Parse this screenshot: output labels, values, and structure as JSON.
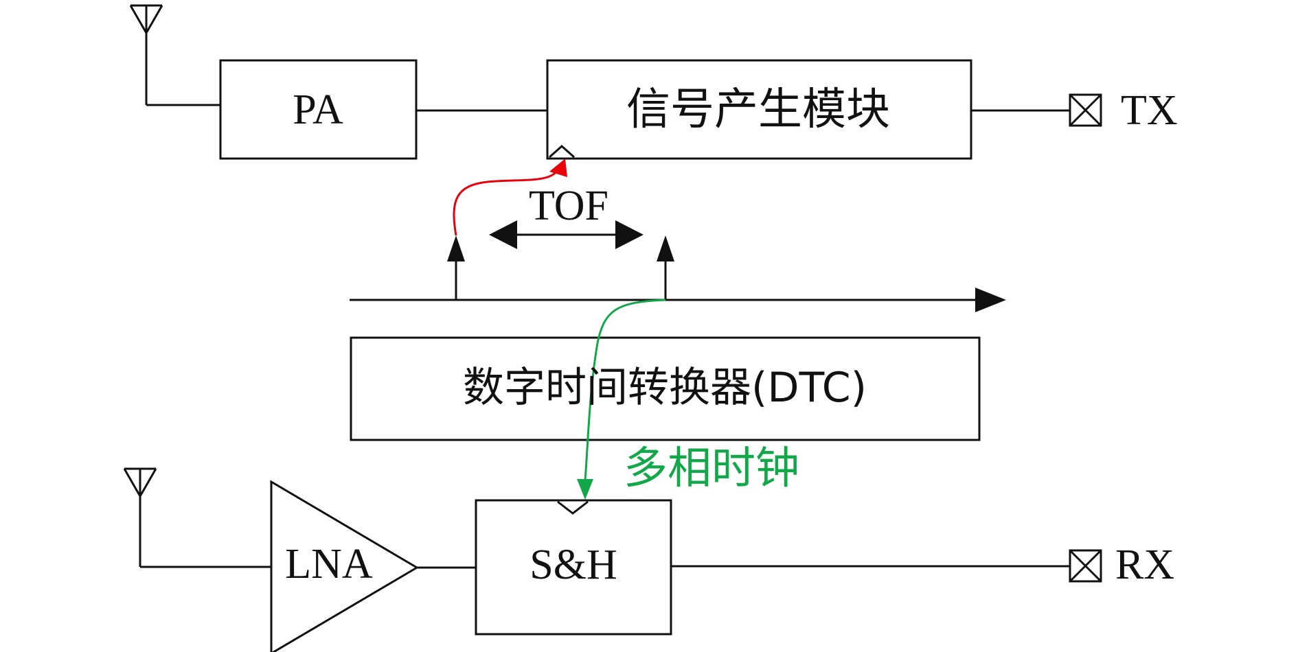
{
  "blocks": {
    "pa": "PA",
    "signal_gen": "信号产生模块",
    "dtc": "数字时间转换器(DTC)",
    "lna": "LNA",
    "sh": "S&H"
  },
  "ports": {
    "tx": "TX",
    "rx": "RX"
  },
  "annotations": {
    "tof": "TOF",
    "multiphase_clock": "多相时钟"
  },
  "colors": {
    "stroke": "#111111",
    "tx_trigger_arrow": "#e8000b",
    "clock_arrow": "#12a84a",
    "clock_label": "#12a84a"
  }
}
